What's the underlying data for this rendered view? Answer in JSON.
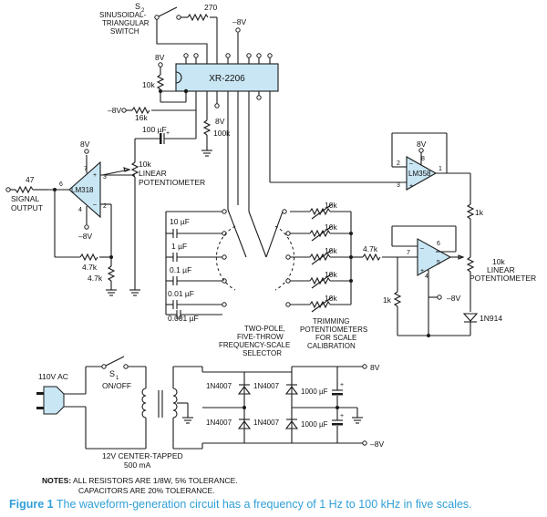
{
  "figure": {
    "number": "Figure 1",
    "text": "The waveform-generation circuit has a frequency of 1 Hz to 100 kHz in five scales."
  },
  "notes": {
    "label": "NOTES:",
    "line1": "ALL RESISTORS ARE 1/8W, 5% TOLERANCE.",
    "line2": "CAPACITORS ARE 20% TOLERANCE."
  },
  "components": {
    "switch2_name": "S",
    "switch2_sub": "2",
    "switch2_l1": "SINUSOIDAL-",
    "switch2_l2": "TRIANGULAR",
    "switch2_l3": "SWITCH",
    "r270": "270",
    "neg8v_top": "–8V",
    "chip": "XR-2206",
    "pos8v_left": "8V",
    "r10k_left": "10k",
    "neg8v_left": "–8V",
    "r16k": "16k",
    "pos8v_mid": "8V",
    "r100k": "100k",
    "c100uf": "100 µF",
    "pot1_l1": "10k",
    "pot1_l2": "LINEAR",
    "pot1_l3": "POTENTIOMETER",
    "r47": "47",
    "sig_l1": "SIGNAL",
    "sig_l2": "OUTPUT",
    "lm318": "LM318",
    "pin6": "6",
    "pin7": "7",
    "pin3": "3",
    "pin4": "4",
    "pin2": "2",
    "pos8v_318": "8V",
    "neg8v_318": "–8V",
    "r47k_a": "4.7k",
    "r47k_b": "4.7k",
    "c10uf": "10 µF",
    "c1uf": "1 µF",
    "c01uf": "0.1 µF",
    "c001uf": "0.01 µF",
    "c0001uf": "0.001 µF",
    "sel_l1": "TWO-POLE,",
    "sel_l2": "FIVE-THROW",
    "sel_l3": "FREQUENCY-SCALE",
    "sel_l4": "SELECTOR",
    "trim1": "10k",
    "trim2": "10k",
    "trim3": "10k",
    "trim4": "10k",
    "trim5": "10k",
    "trim_l1": "TRIMMING",
    "trim_l2": "POTENTIOMETERS",
    "trim_l3": "FOR SCALE",
    "trim_l4": "CALIBRATION",
    "r47k_c": "4.7k",
    "lm358": "LM358",
    "pos8v_358": "8V",
    "p358_2": "2",
    "p358_8": "8",
    "p358_3": "3",
    "p358_1": "1",
    "r1k_a": "1k",
    "pot2_l1": "10k",
    "pot2_l2": "LINEAR",
    "pot2_l3": "POTENTIOMETER",
    "op2_7": "7",
    "op2_6": "6",
    "op2_5": "5",
    "op2_4": "4",
    "neg8v_op2": "–8V",
    "r1k_b": "1k",
    "diode_1n914": "1N914",
    "ac_label": "110V AC",
    "s1_name": "S",
    "s1_sub": "1",
    "s1_l2": "ON/OFF",
    "d1": "1N4007",
    "d2": "1N4007",
    "d3": "1N4007",
    "d4": "1N4007",
    "c1000a": "1000 µF",
    "c1000b": "1000 µF",
    "pos8v_psu": "8V",
    "neg8v_psu": "–8V",
    "xfmr_l1": "12V CENTER-TAPPED",
    "xfmr_l2": "500 mA"
  },
  "colors": {
    "accent": "#2f9fd8",
    "component_fill": "#c9e6f4"
  }
}
